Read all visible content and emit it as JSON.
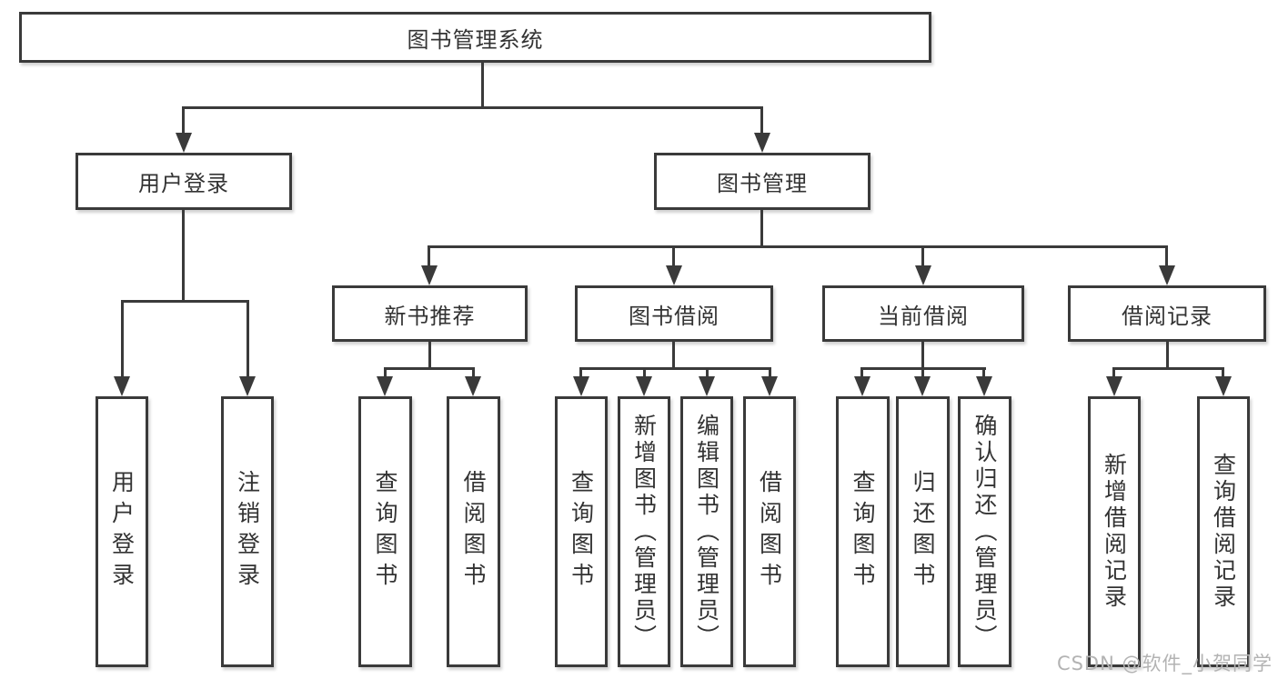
{
  "diagram": {
    "watermark": "CSDN @软件_小贺同学",
    "colors": {
      "line": "#3a3a3a",
      "text": "#333333",
      "background": "#ffffff",
      "watermark": "#b3b3b3"
    },
    "tree": {
      "label": "图书管理系统",
      "children": [
        {
          "label": "用户登录",
          "children": [
            {
              "label": "用户登录"
            },
            {
              "label": "注销登录"
            }
          ]
        },
        {
          "label": "图书管理",
          "children": [
            {
              "label": "新书推荐",
              "children": [
                {
                  "label": "查询图书"
                },
                {
                  "label": "借阅图书"
                }
              ]
            },
            {
              "label": "图书借阅",
              "children": [
                {
                  "label": "查询图书"
                },
                {
                  "label": "新增图书（管理员）"
                },
                {
                  "label": "编辑图书（管理员）"
                },
                {
                  "label": "借阅图书"
                }
              ]
            },
            {
              "label": "当前借阅",
              "children": [
                {
                  "label": "查询图书"
                },
                {
                  "label": "归还图书"
                },
                {
                  "label": "确认归还（管理员）"
                }
              ]
            },
            {
              "label": "借阅记录",
              "children": [
                {
                  "label": "新增借阅记录"
                },
                {
                  "label": "查询借阅记录"
                }
              ]
            }
          ]
        }
      ]
    }
  }
}
